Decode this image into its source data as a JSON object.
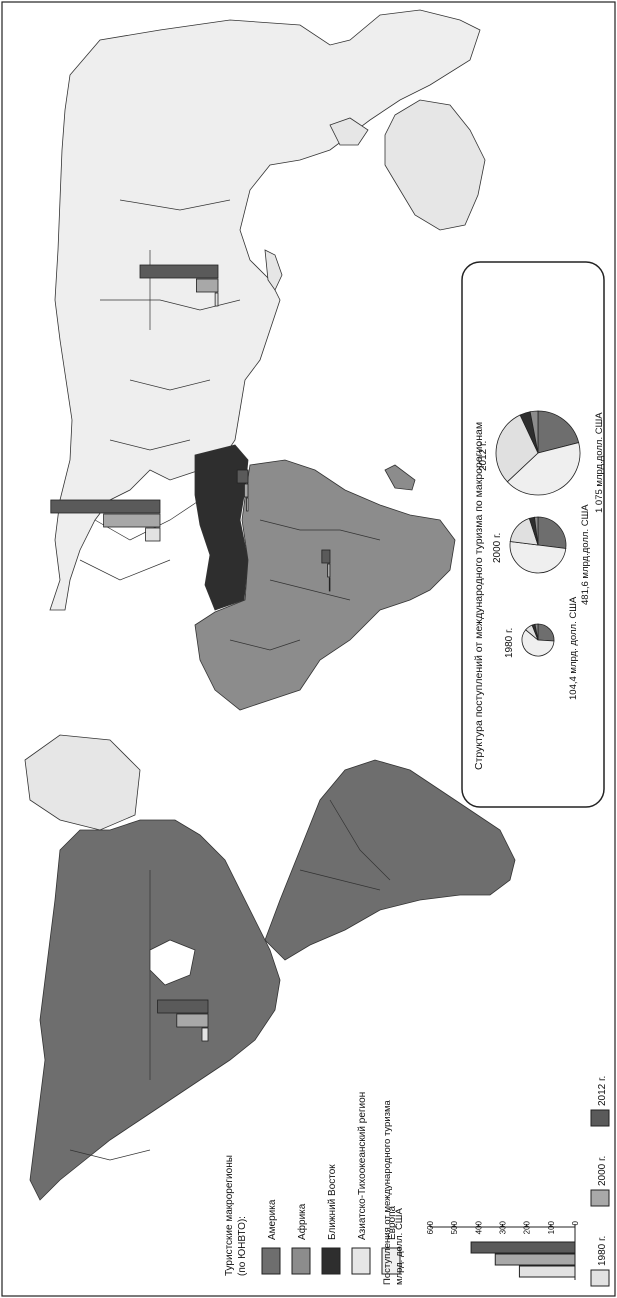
{
  "legend": {
    "title_line1": "Туристские макрорегионы",
    "title_line2": "(по ЮНВТО):",
    "regions": [
      {
        "label": "Америка",
        "color": "#6e6e6e"
      },
      {
        "label": "Африка",
        "color": "#8c8c8c"
      },
      {
        "label": "Ближний Восток",
        "color": "#2e2e2e"
      },
      {
        "label": "Азиатско-Тихоокеанский регион",
        "color": "#e6e6e6"
      },
      {
        "label": "Европа",
        "color": "#efefef"
      }
    ]
  },
  "bar_legend": {
    "title_line1": "Поступления от международного туризма",
    "title_line2": "млрд. долл. США",
    "ticks": [
      "600",
      "500",
      "400",
      "300",
      "200",
      "100",
      "0"
    ],
    "years": [
      {
        "label": "1980 г.",
        "color": "#e2e2e2"
      },
      {
        "label": "2000 г.",
        "color": "#a8a8a8"
      },
      {
        "label": "2012 г.",
        "color": "#5a5a5a"
      }
    ]
  },
  "pie_panel": {
    "title": "Структура поступлений от международного туризма по макрорегионам",
    "pies": [
      {
        "year": "1980 г.",
        "total": "104,4 млрд. долл. США"
      },
      {
        "year": "2000 г.",
        "total": "481,6 млрд.долл. США"
      },
      {
        "year": "2012 г.",
        "total": "1 075 млрд.долл. США"
      }
    ]
  },
  "chart_data": {
    "type": "bar",
    "categories": [
      "Америка",
      "Европа",
      "Азиатско-Тихоокеанский регион",
      "Ближний Восток",
      "Африка"
    ],
    "series": [
      {
        "name": "1980 г.",
        "values": [
          25,
          60,
          12,
          6,
          3
        ]
      },
      {
        "name": "2000 г.",
        "values": [
          130,
          235,
          90,
          15,
          10
        ]
      },
      {
        "name": "2012 г.",
        "values": [
          210,
          455,
          325,
          45,
          34
        ]
      }
    ],
    "ylim": [
      0,
      600
    ],
    "legend_sample": [
      230,
      330,
      430
    ]
  }
}
